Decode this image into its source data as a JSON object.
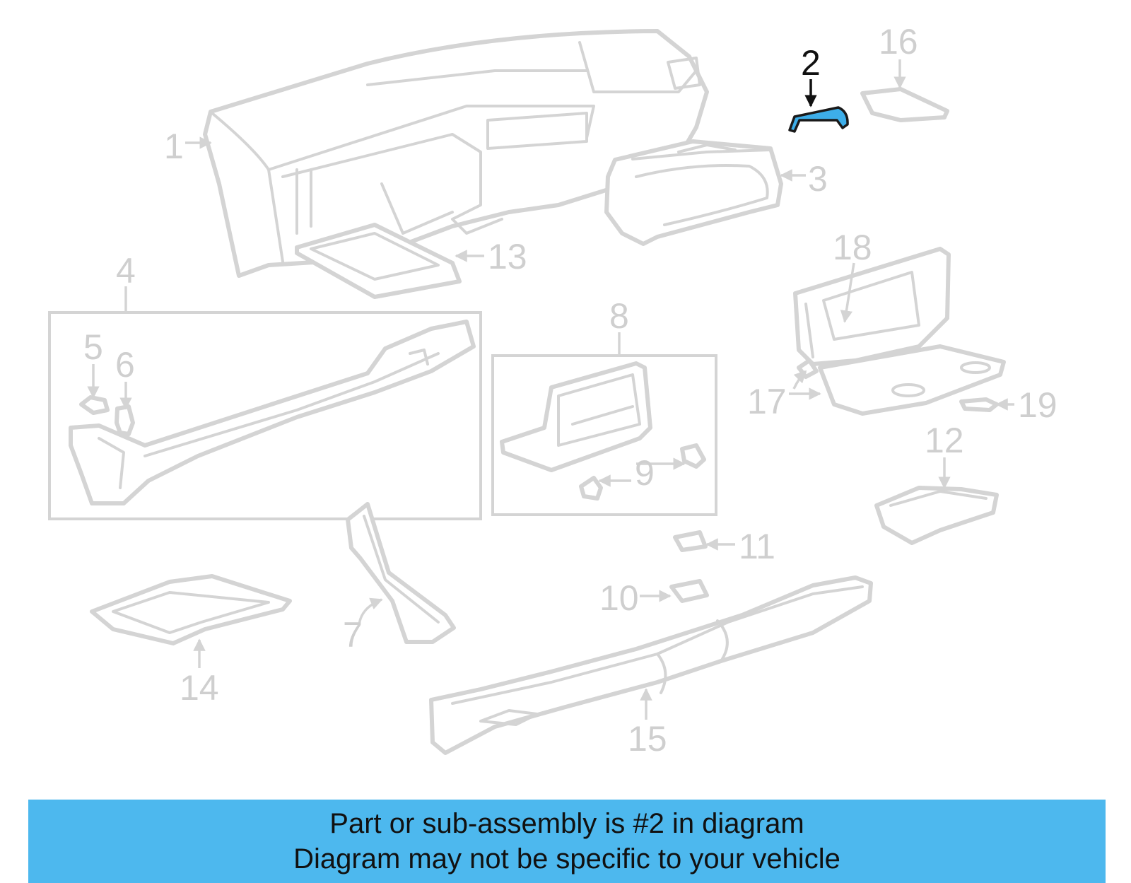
{
  "diagram": {
    "highlighted_part": "2",
    "highlight_color": "#3daee9",
    "outline_color": "#d4d4d4",
    "callouts": [
      "1",
      "2",
      "3",
      "4",
      "5",
      "6",
      "7",
      "8",
      "9",
      "10",
      "11",
      "12",
      "13",
      "14",
      "15",
      "16",
      "17",
      "18",
      "19"
    ]
  },
  "banner": {
    "background": "#4db8ee",
    "line1": "Part or sub-assembly is #2 in diagram",
    "line2": "Diagram may not be specific to your vehicle"
  }
}
